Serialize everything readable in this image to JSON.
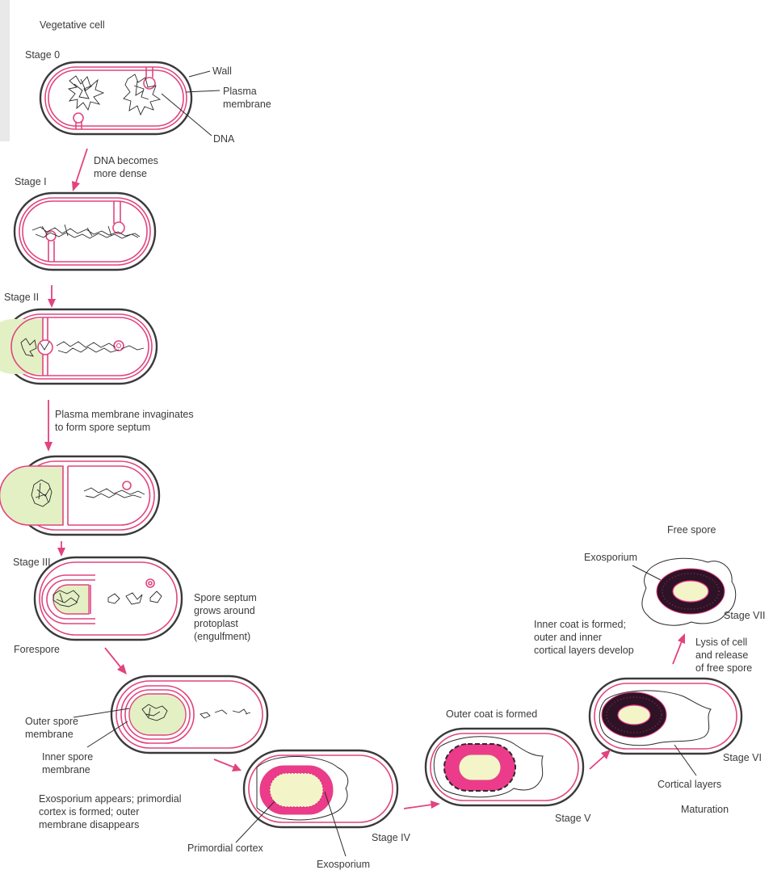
{
  "labels": {
    "vegetative_cell": "Vegetative cell",
    "stage0": "Stage 0",
    "wall": "Wall",
    "plasma_membrane_1": "Plasma",
    "plasma_membrane_2": "membrane",
    "dna": "DNA",
    "dna_dense_1": "DNA becomes",
    "dna_dense_2": "more dense",
    "stage1": "Stage I",
    "stage2": "Stage II",
    "invaginate_1": "Plasma membrane invaginates",
    "invaginate_2": "to form spore septum",
    "stage3": "Stage III",
    "septum_1": "Spore septum",
    "septum_2": "grows around",
    "septum_3": "protoplast",
    "septum_4": "(engulfment)",
    "forespore": "Forespore",
    "outer_spore_1": "Outer spore",
    "outer_spore_2": "membrane",
    "inner_spore_1": "Inner spore",
    "inner_spore_2": "membrane",
    "exo_appears_1": "Exosporium appears; primordial",
    "exo_appears_2": "cortex is formed; outer",
    "exo_appears_3": "membrane disappears",
    "primordial_cortex": "Primordial cortex",
    "exosporium_bottom": "Exosporium",
    "stage4": "Stage IV",
    "outer_coat": "Outer coat is formed",
    "stage5": "Stage V",
    "inner_coat_1": "Inner coat is formed;",
    "inner_coat_2": "outer and inner",
    "inner_coat_3": "cortical layers develop",
    "stage6": "Stage VI",
    "cortical_layers": "Cortical layers",
    "maturation": "Maturation",
    "lysis_1": "Lysis of cell",
    "lysis_2": "and release",
    "lysis_3": "of free spore",
    "free_spore": "Free spore",
    "exosporium_top": "Exosporium",
    "stage7": "Stage VII"
  },
  "colors": {
    "membrane": "#e0457f",
    "arrow": "#e2437e",
    "wall": "#3a3a3a",
    "forespore_fill": "#e3f0c4",
    "cortex_magenta": "#ec3b8b",
    "mature_cortex": "#2e1226"
  }
}
